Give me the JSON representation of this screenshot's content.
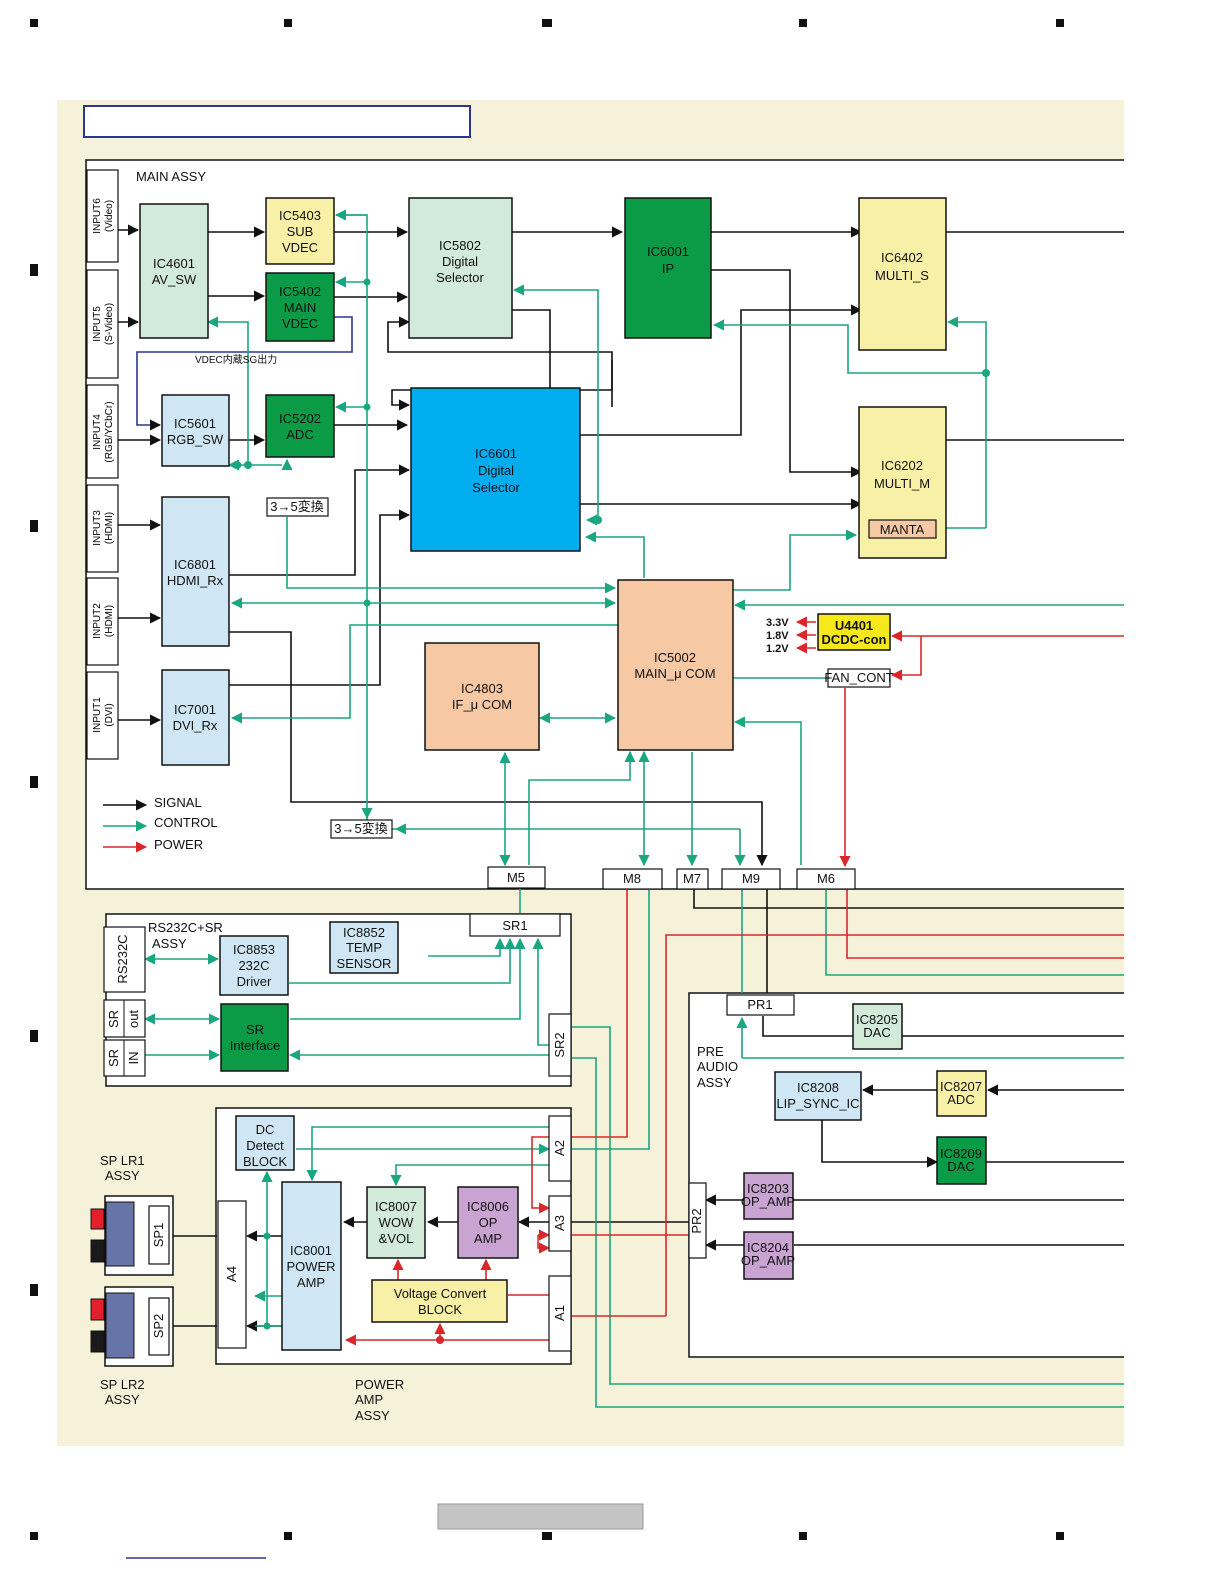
{
  "colors": {
    "background": "#f6f2d9",
    "signal": "#111111",
    "control": "#1aa681",
    "power": "#d9272b",
    "light_blue": "#cfe7f4",
    "green": "#0b9a45",
    "mint": "#d1ead9",
    "yellow": "#f7f0a6",
    "cyan": "#00aeef",
    "peach": "#f6c8a4",
    "purple": "#c9a3d2",
    "gold": "#f6e81a"
  },
  "assemblies": {
    "main": "MAIN  ASSY",
    "rs232c": [
      "RS232C+SR",
      "ASSY"
    ],
    "pre_audio": [
      "PRE",
      "AUDIO",
      "ASSY"
    ],
    "power_amp": [
      "POWER",
      "AMP",
      "ASSY"
    ],
    "sp_lr1": [
      "SP LR1",
      "ASSY"
    ],
    "sp_lr2": [
      "SP LR2",
      "ASSY"
    ]
  },
  "inputs": {
    "input6": [
      "INPUT6",
      "(Video)"
    ],
    "input5": [
      "INPUT5",
      "(S-Video)"
    ],
    "input4": [
      "INPUT4",
      "(RGB/YCbCr)"
    ],
    "input3": [
      "INPUT3",
      "(HDMI)"
    ],
    "input2": [
      "INPUT2",
      "(HDMI)"
    ],
    "input1": [
      "INPUT1",
      "(DVI)"
    ]
  },
  "blocks": {
    "ic4601": [
      "IC4601",
      "AV_SW"
    ],
    "ic5403": [
      "IC5403",
      "SUB",
      "VDEC"
    ],
    "ic5402": [
      "IC5402",
      "MAIN",
      "VDEC"
    ],
    "ic5802": [
      "IC5802",
      "Digital",
      "Selector"
    ],
    "ic6001": [
      "IC6001",
      "IP"
    ],
    "ic6402": [
      "IC6402",
      "MULTI_S"
    ],
    "ic5601": [
      "IC5601",
      "RGB_SW"
    ],
    "ic5202": [
      "IC5202",
      "ADC"
    ],
    "ic6601": [
      "IC6601",
      "Digital",
      "Selector"
    ],
    "ic6202": [
      "IC6202",
      "MULTI_M"
    ],
    "manta": "MANTA",
    "ic6801": [
      "IC6801",
      "HDMI_Rx"
    ],
    "ic7001": [
      "IC7001",
      "DVI_Rx"
    ],
    "ic4803": [
      "IC4803",
      "IF_μ COM"
    ],
    "ic5002": [
      "IC5002",
      "MAIN_μ COM"
    ],
    "u4401": [
      "U4401",
      "DCDC-con"
    ],
    "fan_cont": "FAN_CONT",
    "conv_a": "3→5変換",
    "conv_b": "3→5変換",
    "vdec_note": "VDEC内蔵SG出力",
    "ic8853": [
      "IC8853",
      "232C",
      "Driver"
    ],
    "ic8852": [
      "IC8852",
      "TEMP",
      "SENSOR"
    ],
    "sr_interface": [
      "SR",
      "Interface"
    ],
    "rs232c_port": "RS232C",
    "sr_out": [
      "SR",
      "out"
    ],
    "sr_in": [
      "SR",
      "IN"
    ],
    "ic8205": [
      "IC8205",
      "DAC"
    ],
    "ic8208": [
      "IC8208",
      "LIP_SYNC_IC"
    ],
    "ic8207": [
      "IC8207",
      "ADC"
    ],
    "ic8209": [
      "IC8209",
      "DAC"
    ],
    "ic8203": [
      "IC8203",
      "OP_AMP"
    ],
    "ic8204": [
      "IC8204",
      "OP_AMP"
    ],
    "dc_detect": [
      "DC",
      "Detect",
      "BLOCK"
    ],
    "ic8001": [
      "IC8001",
      "POWER",
      "AMP"
    ],
    "ic8007": [
      "IC8007",
      "WOW",
      "&VOL"
    ],
    "ic8006": [
      "IC8006",
      "OP",
      "AMP"
    ],
    "voltage_convert": [
      "Voltage Convert",
      "BLOCK"
    ]
  },
  "voltages": [
    "3.3V",
    "1.8V",
    "1.2V"
  ],
  "connectors": {
    "m5": "M5",
    "m8": "M8",
    "m7": "M7",
    "m9": "M9",
    "m6": "M6",
    "sr1": "SR1",
    "sr2": "SR2",
    "pr1": "PR1",
    "pr2": "PR2",
    "a1": "A1",
    "a2": "A2",
    "a3": "A3",
    "a4": "A4",
    "sp1": "SP1",
    "sp2": "SP2"
  },
  "legend": {
    "signal": "SIGNAL",
    "control": "CONTROL",
    "power": "POWER"
  }
}
